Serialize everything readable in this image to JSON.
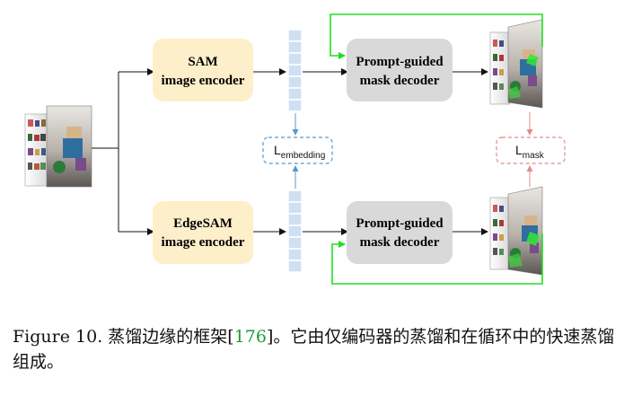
{
  "encoders": {
    "sam": [
      "SAM",
      "image encoder"
    ],
    "edgesam": [
      "EdgeSAM",
      "image encoder"
    ]
  },
  "decoders": {
    "top": [
      "Prompt-guided",
      "mask decoder"
    ],
    "bottom": [
      "Prompt-guided",
      "mask decoder"
    ]
  },
  "losses": {
    "embedding": {
      "base": "L",
      "sub": "embedding"
    },
    "mask": {
      "base": "L",
      "sub": "mask"
    }
  },
  "caption": {
    "prefix": "Figure 10. 蒸馏边缘的框架[",
    "ref": "176",
    "suffix": "]。它由仅编码器的蒸馏和在循环中的快速蒸馏组成。"
  },
  "colors": {
    "encoder_fill": "#fdefc9",
    "decoder_fill": "#d9d9d9",
    "embedding_block": "#cfe0f2",
    "embedding_dash": "#5b97c9",
    "mask_dash": "#e48a8a",
    "prompt_loop": "#22dd22",
    "arrow": "#111111",
    "ref_link": "#1f9a3a"
  }
}
